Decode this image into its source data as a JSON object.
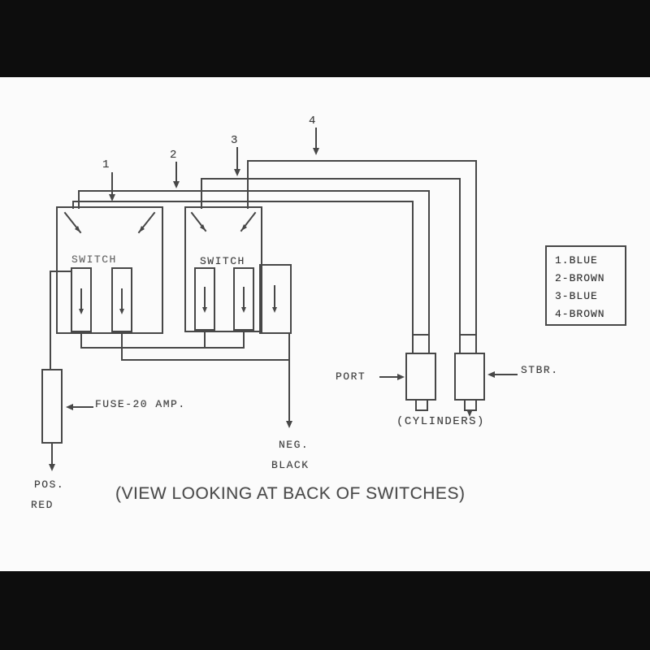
{
  "diagram": {
    "caption": "(VIEW LOOKING AT BACK OF SWITCHES)",
    "wire_numbers": [
      "1",
      "2",
      "3",
      "4"
    ],
    "legend": {
      "items": [
        "1.BLUE",
        "2-BROWN",
        "3-BLUE",
        "4-BROWN"
      ]
    },
    "switch_left_label": "SWITCH",
    "switch_right_label": "SWITCH",
    "labels": {
      "port": "PORT",
      "stbr": "STBR.",
      "cylinders": "(CYLINDERS)",
      "fuse": "FUSE-20 AMP.",
      "pos": "POS.",
      "red": "RED",
      "neg": "NEG.",
      "black": "BLACK"
    },
    "colors": {
      "ink": "#444444",
      "paper": "#fbfbfb",
      "letterbox": "#0d0d0d"
    }
  }
}
